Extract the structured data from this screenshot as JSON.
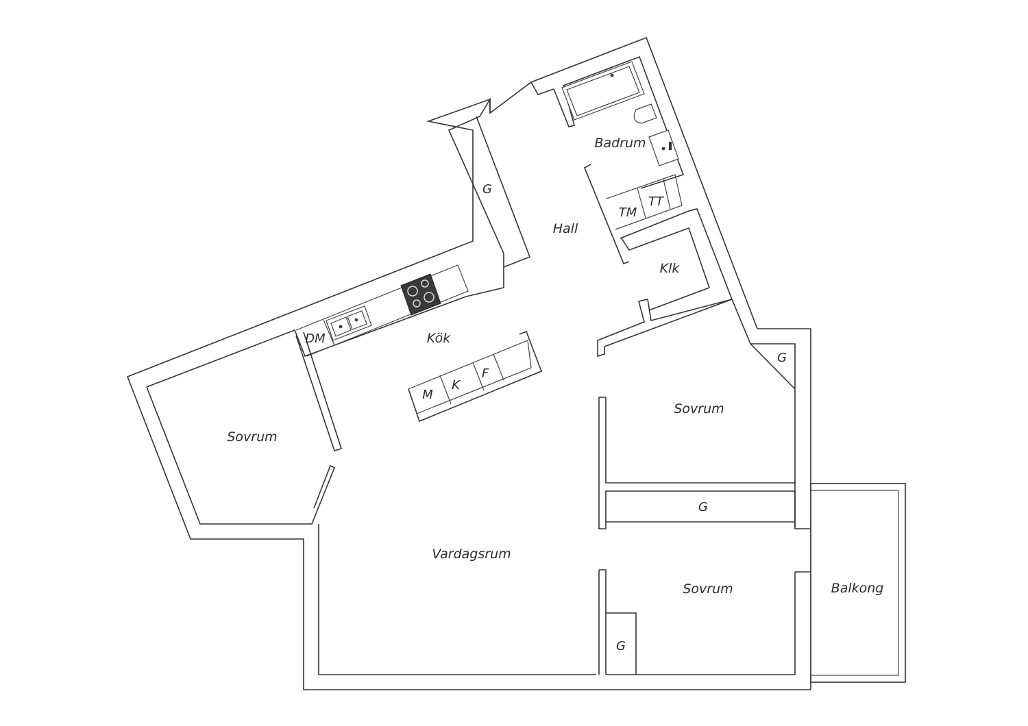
{
  "floorplan": {
    "rooms": {
      "hall": "Hall",
      "badrum": "Badrum",
      "kok": "Kök",
      "klk": "Klk",
      "vardagsrum": "Vardagsrum",
      "sovrum_west": "Sovrum",
      "sovrum_east": "Sovrum",
      "sovrum_south": "Sovrum",
      "balkong": "Balkong"
    },
    "fixtures": {
      "garderob_hall": "G",
      "garderob_sovrum_east": "G",
      "garderob_middle": "G",
      "garderob_sovrum_south": "G",
      "tvattmaskin": "TM",
      "torktumlare": "TT",
      "diskmaskin": "DM",
      "mikro": "M",
      "kyl": "K",
      "frys": "F"
    }
  }
}
